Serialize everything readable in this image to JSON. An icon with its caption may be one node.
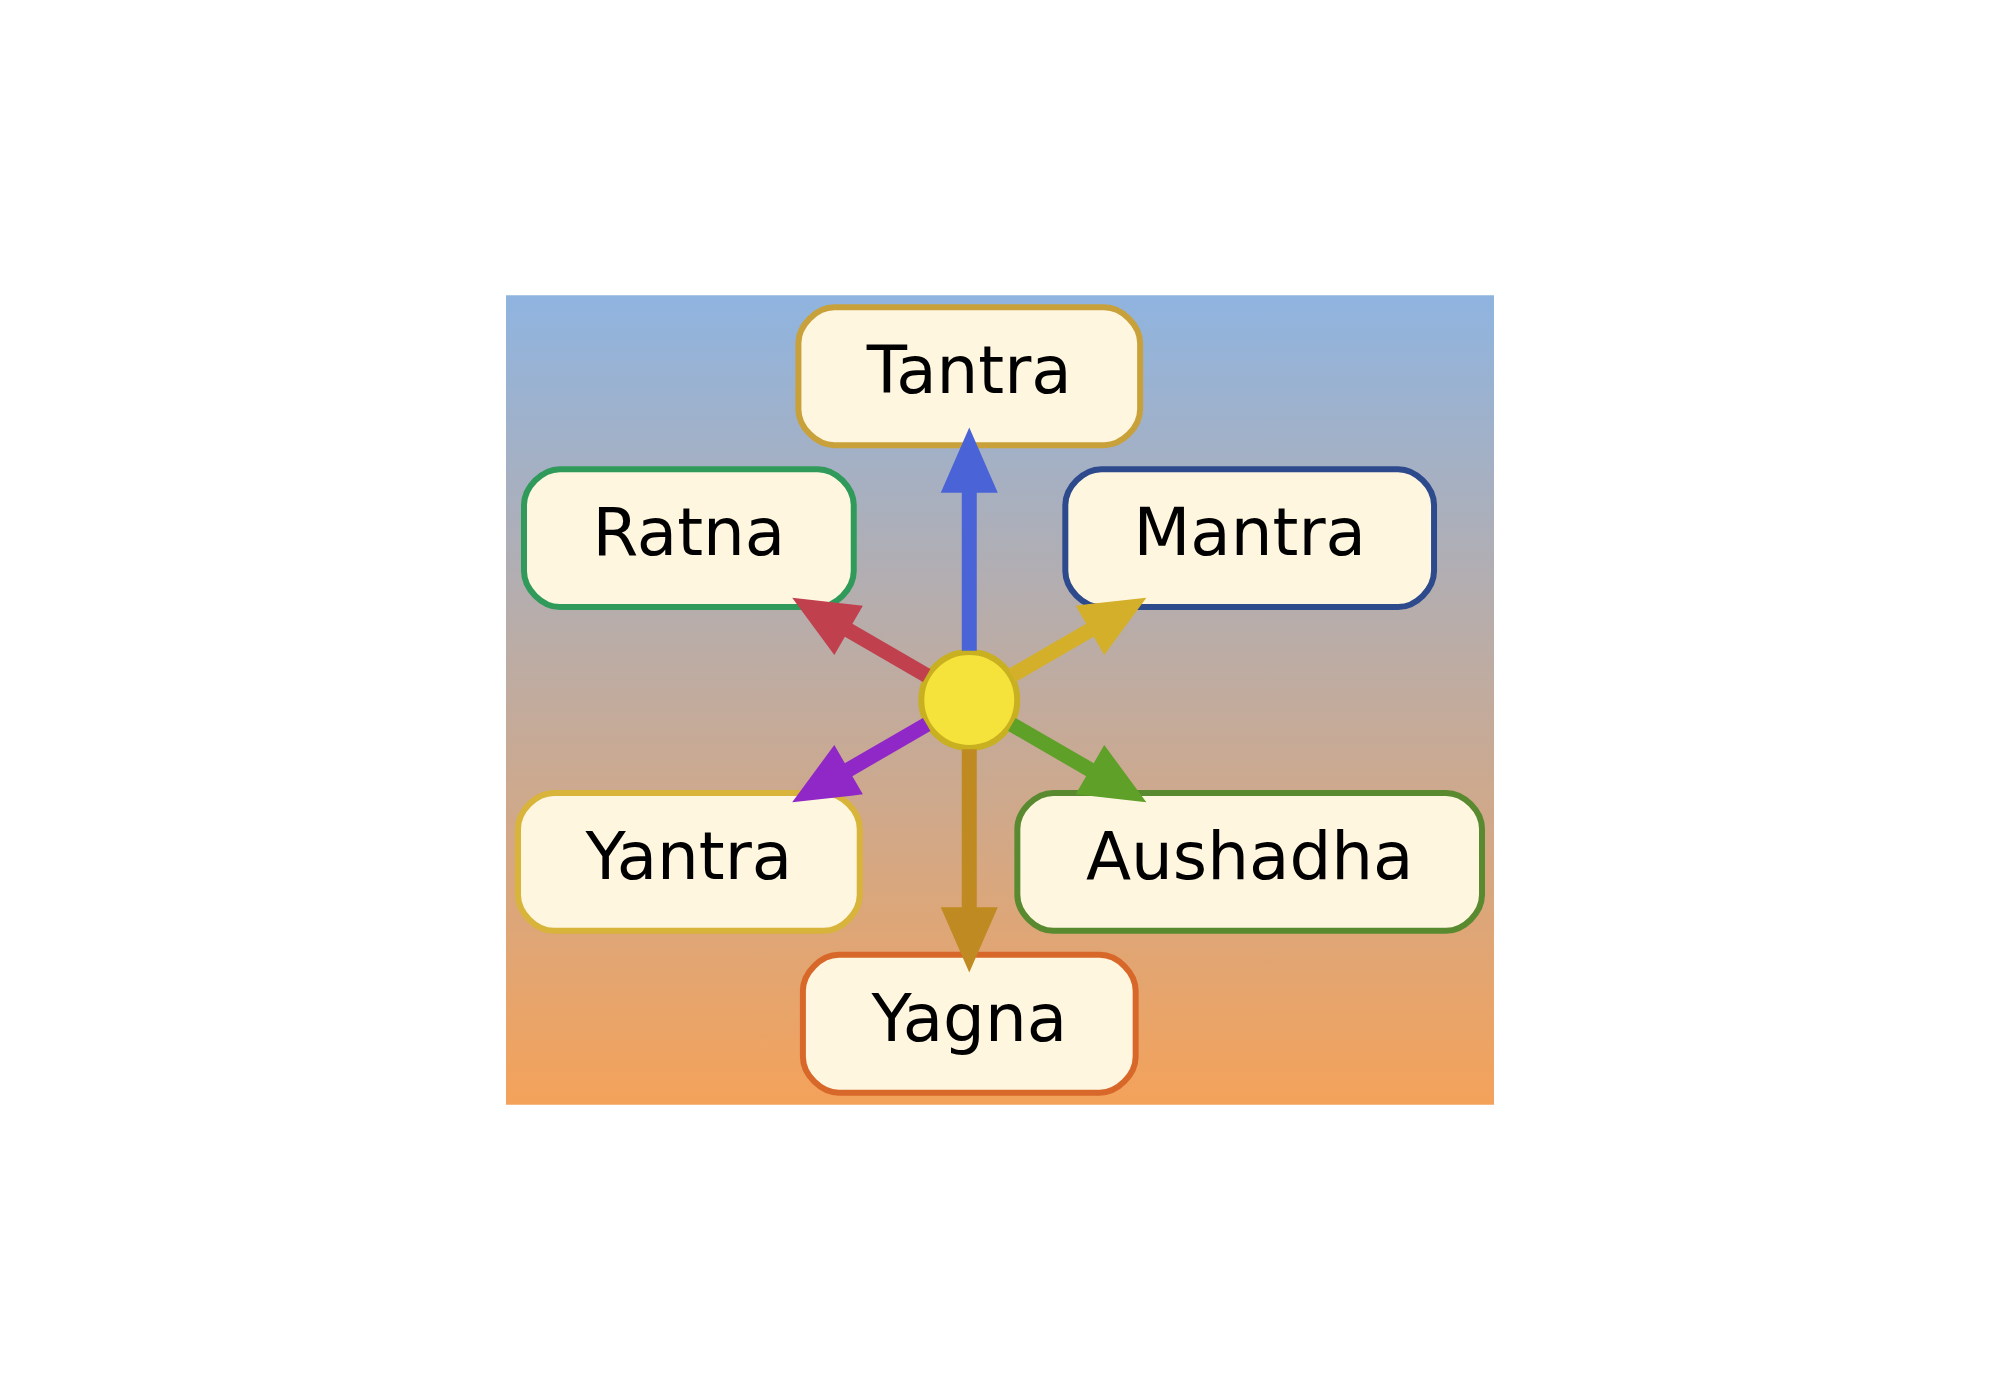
{
  "diagram": {
    "nodes": [
      {
        "text": [
          "Mantra"
        ]
      },
      {
        "text": [
          "Tantra"
        ]
      },
      {
        "text": [
          "Ratna"
        ]
      },
      {
        "text": [
          "Yantra"
        ]
      },
      {
        "text": [],
        "shape": "circle"
      },
      {
        "text": [
          "Yagna"
        ]
      },
      {
        "text": [
          "Aushadha"
        ]
      }
    ],
    "edges": [
      {
        "from": 4,
        "to": 0,
        "arrow": "to",
        "color": "#d4b02a"
      },
      {
        "from": 4,
        "to": 1,
        "arrow": "to",
        "color": "#4a64d8"
      },
      {
        "from": 4,
        "to": 2,
        "arrow": "to",
        "color": "#c0404e"
      },
      {
        "from": 4,
        "to": 3,
        "arrow": "to",
        "color": "#9028c8"
      },
      {
        "from": 4,
        "to": 5,
        "arrow": "to",
        "color": "#c08a22"
      },
      {
        "from": 4,
        "to": 6,
        "arrow": "to",
        "color": "#5ea028"
      }
    ]
  }
}
